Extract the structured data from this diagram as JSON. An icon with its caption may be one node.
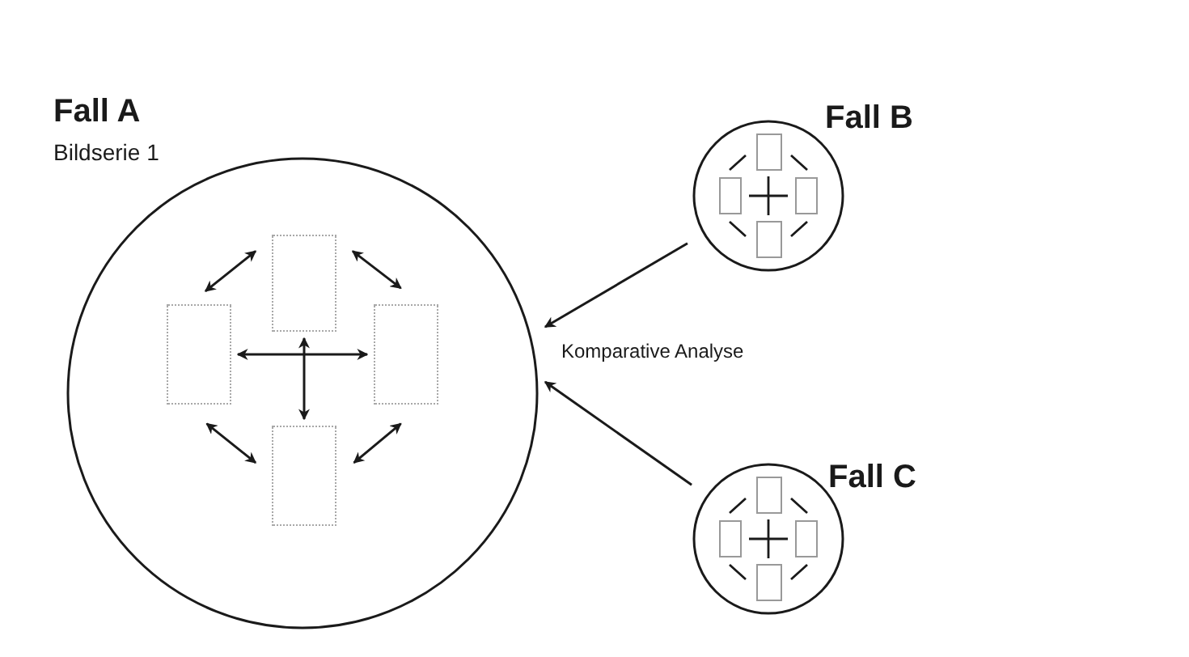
{
  "diagram": {
    "nodes": [
      {
        "text": [
          "Fall A",
          "Bildserie 1"
        ]
      },
      {
        "text": [],
        "shape": "box",
        "in": 0
      },
      {
        "text": [],
        "shape": "box",
        "in": 0
      },
      {
        "text": [],
        "shape": "box",
        "in": 0
      },
      {
        "text": [],
        "shape": "box",
        "in": 0
      },
      {
        "text": [
          "Fall B"
        ]
      },
      {
        "text": [
          "Komparative Analyse"
        ]
      },
      {
        "text": [
          "Fall C"
        ]
      }
    ],
    "edges": [
      {
        "from": 1,
        "to": 2,
        "arrow": "both"
      },
      {
        "from": 1,
        "to": 3,
        "arrow": "both"
      },
      {
        "from": 2,
        "to": 4,
        "arrow": "both"
      },
      {
        "from": 3,
        "to": 4,
        "arrow": "both"
      },
      {
        "from": 1,
        "to": 4,
        "arrow": "both"
      },
      {
        "from": 2,
        "to": 3,
        "arrow": "both"
      },
      {
        "from": 5,
        "to": 6,
        "arrow": "to"
      },
      {
        "from": 7,
        "to": 6,
        "arrow": "to"
      }
    ]
  }
}
